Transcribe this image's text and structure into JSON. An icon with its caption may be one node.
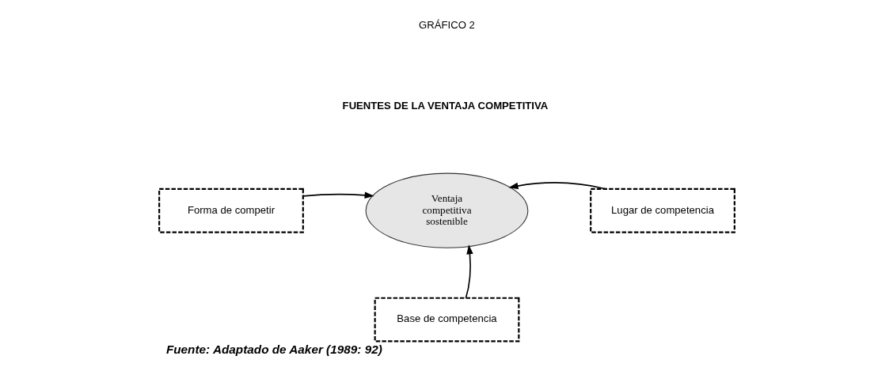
{
  "diagram": {
    "title": "FUENTES DE LA VENTAJA COMPETITIVA",
    "caption": "Fuente: Adaptado de Aaker (1989: 92)",
    "nodes": [
      {
        "text": [
          "Ventaja competitiva sostenible"
        ]
      },
      {
        "text": [
          "Forma de competir"
        ]
      },
      {
        "text": [
          "Lugar de competencia"
        ]
      },
      {
        "text": [
          "Base de competencia"
        ]
      }
    ],
    "edges": [
      {
        "from": 1,
        "to": 0,
        "arrow": "to"
      },
      {
        "from": 2,
        "to": 0,
        "arrow": "to"
      },
      {
        "from": 3,
        "to": 0,
        "arrow": "to"
      }
    ],
    "labels": [
      "GRÁFICO 2"
    ]
  }
}
